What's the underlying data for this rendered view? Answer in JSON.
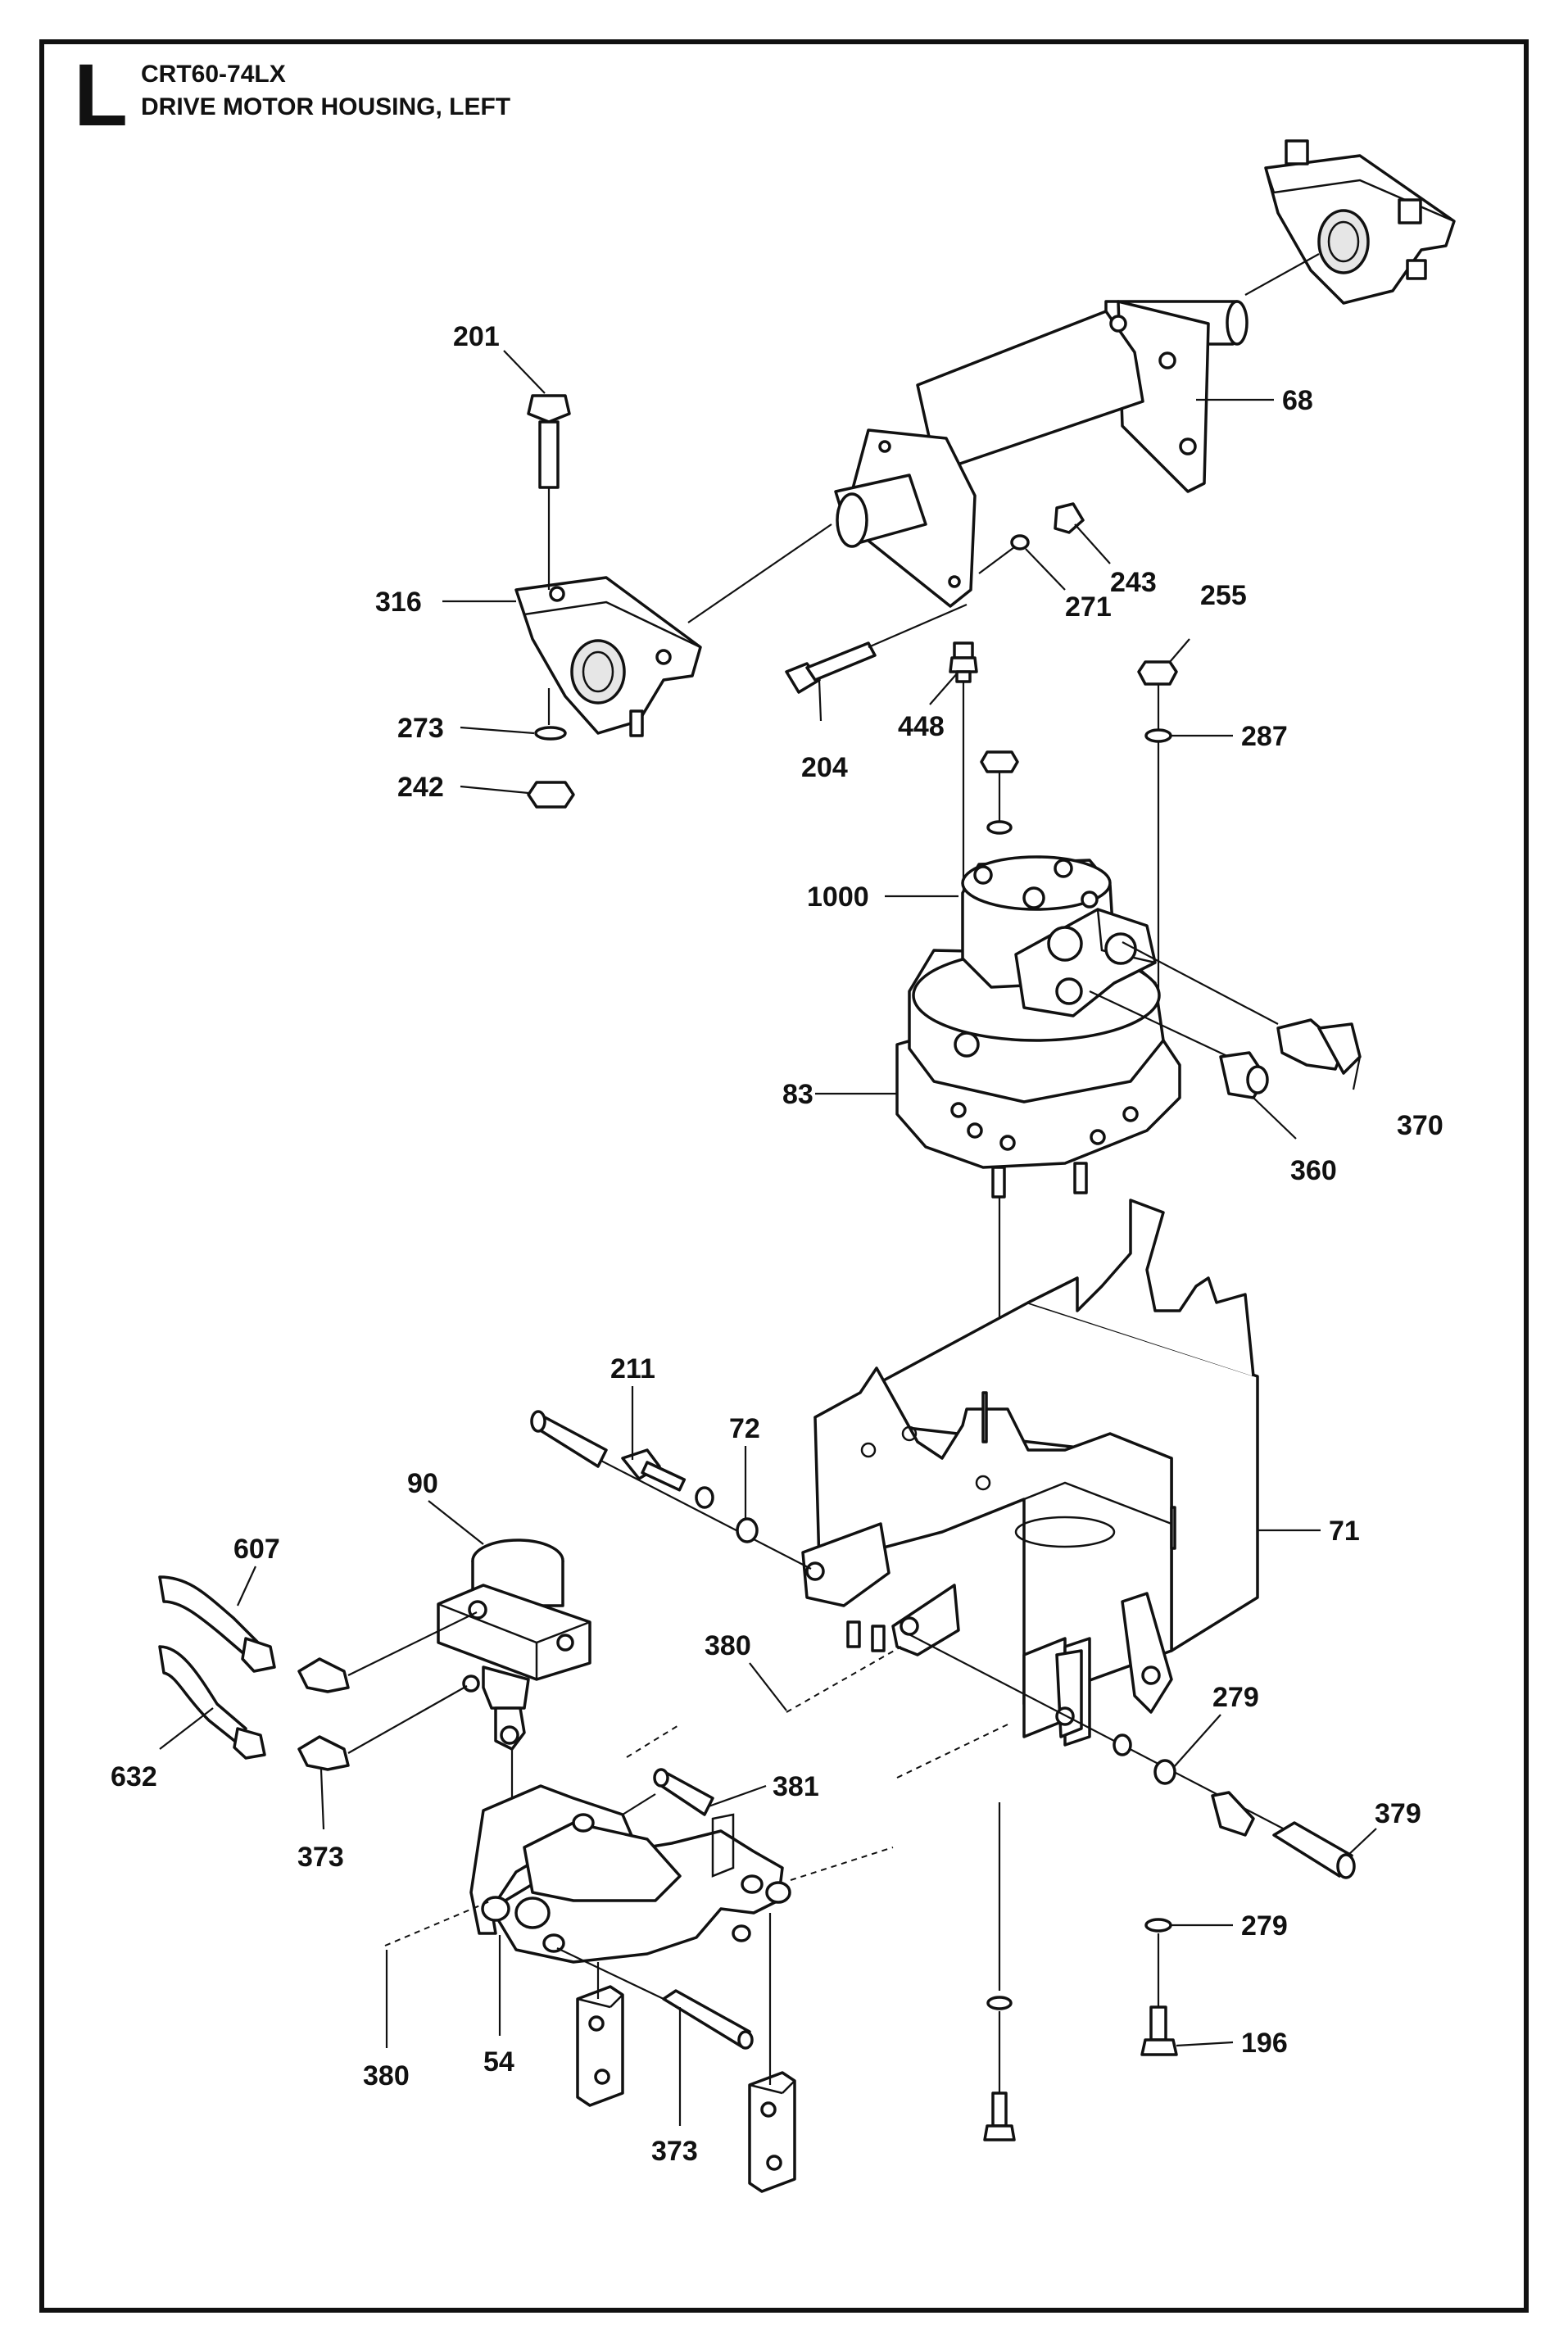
{
  "header": {
    "section_letter": "L",
    "model": "CRT60-74LX",
    "title": "DRIVE MOTOR HOUSING, LEFT"
  },
  "callouts": [
    {
      "id": "c201",
      "text": "201"
    },
    {
      "id": "c68",
      "text": "68"
    },
    {
      "id": "c316",
      "text": "316"
    },
    {
      "id": "c243",
      "text": "243"
    },
    {
      "id": "c271",
      "text": "271"
    },
    {
      "id": "c255",
      "text": "255"
    },
    {
      "id": "c273",
      "text": "273"
    },
    {
      "id": "c204",
      "text": "204"
    },
    {
      "id": "c448",
      "text": "448"
    },
    {
      "id": "c287",
      "text": "287"
    },
    {
      "id": "c242",
      "text": "242"
    },
    {
      "id": "c1000",
      "text": "1000"
    },
    {
      "id": "c83",
      "text": "83"
    },
    {
      "id": "c370",
      "text": "370"
    },
    {
      "id": "c360",
      "text": "360"
    },
    {
      "id": "c211",
      "text": "211"
    },
    {
      "id": "c72",
      "text": "72"
    },
    {
      "id": "c90",
      "text": "90"
    },
    {
      "id": "c71",
      "text": "71"
    },
    {
      "id": "c607",
      "text": "607"
    },
    {
      "id": "c380a",
      "text": "380"
    },
    {
      "id": "c279a",
      "text": "279"
    },
    {
      "id": "c632",
      "text": "632"
    },
    {
      "id": "c381",
      "text": "381"
    },
    {
      "id": "c379",
      "text": "379"
    },
    {
      "id": "c373a",
      "text": "373"
    },
    {
      "id": "c279b",
      "text": "279"
    },
    {
      "id": "c196",
      "text": "196"
    },
    {
      "id": "c54",
      "text": "54"
    },
    {
      "id": "c380b",
      "text": "380"
    },
    {
      "id": "c373b",
      "text": "373"
    }
  ]
}
